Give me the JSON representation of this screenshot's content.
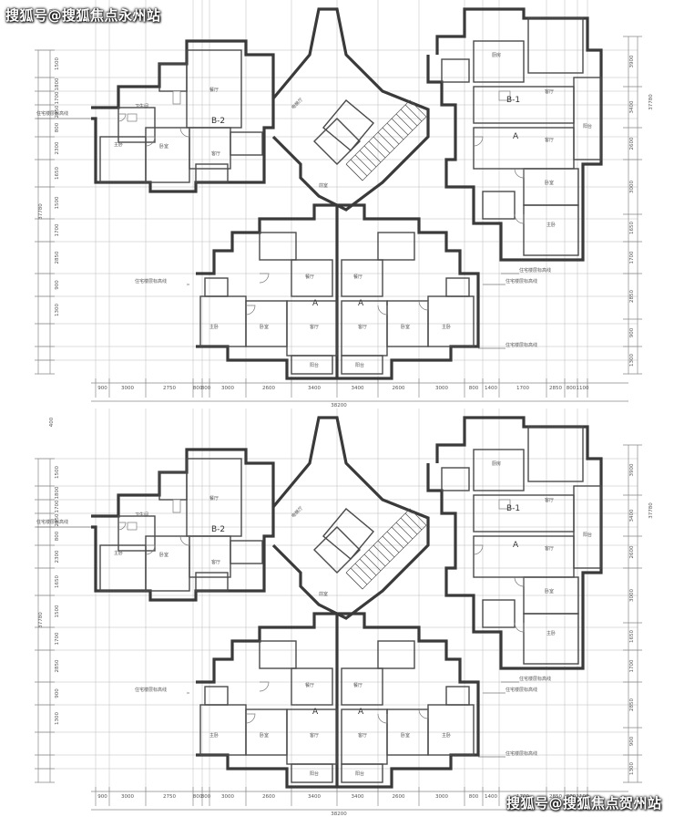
{
  "watermarks": {
    "top": "搜狐号@搜狐焦点永州站",
    "bottom": "搜狐号@搜狐焦点贺州站"
  },
  "plan": {
    "unit_labels": [
      "B-2",
      "B-1",
      "A",
      "A",
      "A"
    ],
    "room_labels": {
      "living": "客厅",
      "dining": "餐厅",
      "master_bed": "主卧",
      "bed": "卧室",
      "bath": "卫生间",
      "kitchen": "厨房",
      "balcony": "阳台",
      "lobby": "电梯厅",
      "front": "前室"
    },
    "left_dims": [
      "1500",
      "1800",
      "1700",
      "2950",
      "800",
      "2300",
      "1650",
      "1500",
      "1700",
      "2850",
      "900",
      "1300"
    ],
    "left_total": "37780",
    "right_dims": [
      "3900",
      "3400",
      "2600",
      "3000",
      "1650",
      "1700",
      "2850",
      "900",
      "1300"
    ],
    "right_total": "37780",
    "bottom_dims": [
      "900",
      "3000",
      "2750",
      "800",
      "800",
      "3000",
      "2600",
      "3400",
      "3400",
      "2600",
      "3000",
      "800",
      "1400",
      "1700",
      "2850",
      "800",
      "1100"
    ],
    "bottom_total": "38200",
    "top_left_dim": "400",
    "annotations": [
      "住宅楼层标高线",
      "住宅楼层标高线",
      "住宅楼层标高线",
      "住宅楼层标高线"
    ]
  }
}
